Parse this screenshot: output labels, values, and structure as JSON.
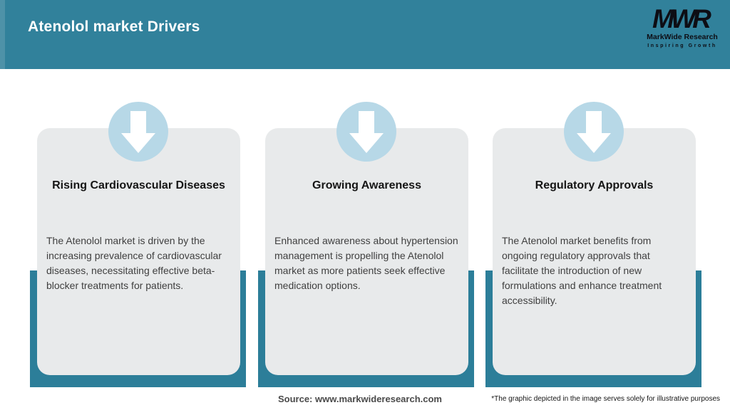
{
  "header": {
    "title": "Atenolol market Drivers"
  },
  "logo": {
    "acronym": "MWR",
    "name": "MarkWide Research",
    "tagline": "Inspiring Growth"
  },
  "cards": [
    {
      "title": "Rising Cardiovascular Diseases",
      "body": "The Atenolol market is driven by the increasing prevalence of cardiovascular diseases, necessitating effective beta-blocker treatments for patients."
    },
    {
      "title": "Growing Awareness",
      "body": "Enhanced awareness about hypertension management is propelling the Atenolol market as more patients seek effective medication options."
    },
    {
      "title": "Regulatory Approvals",
      "body": "The Atenolol market benefits from ongoing regulatory approvals that facilitate the introduction of new formulations and enhance treatment accessibility."
    }
  ],
  "footer": {
    "source": "Source: www.markwideresearch.com",
    "disclaimer": "*The graphic depicted in the image serves solely for illustrative purposes"
  },
  "icons": {
    "card_icon": "down-arrow"
  },
  "colors": {
    "header_teal": "#31819B",
    "ribbon_teal": "#2C7E99",
    "circle_blue": "#B7D8E7",
    "card_gray": "#E8EAEB",
    "arrow_white": "#FFFFFF"
  }
}
